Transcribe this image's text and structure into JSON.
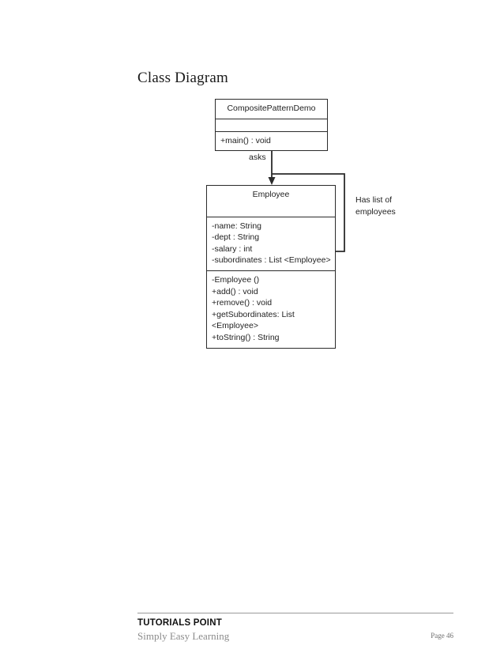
{
  "document": {
    "heading": "Class Diagram"
  },
  "diagram": {
    "type": "uml-class-diagram",
    "classes": [
      {
        "id": "composite-pattern-demo",
        "name": "CompositePatternDemo",
        "attributes": [],
        "methods": [
          "+main() : void"
        ]
      },
      {
        "id": "employee",
        "name": "Employee",
        "attributes": [
          "-name: String",
          "-dept : String",
          "-salary : int",
          "-subordinates : List <Employee>"
        ],
        "methods": [
          "-Employee ()",
          "+add() : void",
          "+remove() : void",
          "+getSubordinates:  List",
          "<Employee>",
          "+toString() : String"
        ]
      }
    ],
    "relationships": [
      {
        "id": "asks",
        "from": "composite-pattern-demo",
        "to": "employee",
        "label": "asks",
        "arrow": "open-arrow"
      },
      {
        "id": "has-list-of-employees",
        "from": "employee",
        "to": "employee",
        "label": "Has list of employees",
        "label_line1": "Has list of",
        "label_line2": "employees",
        "arrow": "open-arrow",
        "kind": "self-association"
      }
    ],
    "stroke_color": "#2b2b2b",
    "text_color": "#1f1f1f",
    "background": "#ffffff"
  },
  "footer": {
    "brand": "TUTORIALS POINT",
    "tagline": "Simply Easy Learning",
    "page_number": "Page 46",
    "rule_color": "#9a9a9a"
  }
}
